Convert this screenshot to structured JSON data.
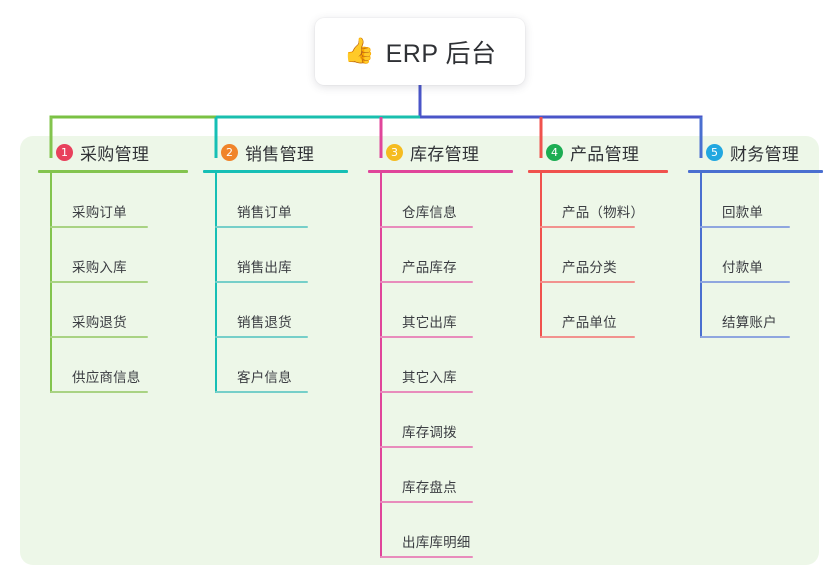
{
  "root": {
    "icon": "thumbs-up-emoji",
    "emoji": "👍",
    "title": "ERP 后台"
  },
  "colors": {
    "panel_background": "#edf7e8",
    "page_background": "#ffffff",
    "root_trunk": "#4a55c8",
    "bus_green": "#7ac143",
    "bus_teal": "#19bfae",
    "bus_blue": "#4a55c8"
  },
  "columns": [
    {
      "number": "1",
      "title": "采购管理",
      "badge_color": "#e8415c",
      "line_color": "#83c44e",
      "leaf_line_color": "#a9d383",
      "items": [
        "采购订单",
        "采购入库",
        "采购退货",
        "供应商信息"
      ]
    },
    {
      "number": "2",
      "title": "销售管理",
      "badge_color": "#f0842a",
      "line_color": "#16bfb5",
      "leaf_line_color": "#76cfc9",
      "items": [
        "销售订单",
        "销售出库",
        "销售退货",
        "客户信息"
      ]
    },
    {
      "number": "3",
      "title": "库存管理",
      "badge_color": "#f5bc20",
      "line_color": "#e0459a",
      "leaf_line_color": "#e88cbc",
      "items": [
        "仓库信息",
        "产品库存",
        "其它出库",
        "其它入库",
        "库存调拨",
        "库存盘点",
        "出库库明细"
      ]
    },
    {
      "number": "4",
      "title": "产品管理",
      "badge_color": "#1dad53",
      "line_color": "#f0524d",
      "leaf_line_color": "#f2928e",
      "items": [
        "产品（物料）",
        "产品分类",
        "产品单位"
      ]
    },
    {
      "number": "5",
      "title": "财务管理",
      "badge_color": "#22a7e0",
      "line_color": "#4a6fd0",
      "leaf_line_color": "#8fa6df",
      "items": [
        "回款单",
        "付款单",
        "结算账户"
      ]
    }
  ]
}
